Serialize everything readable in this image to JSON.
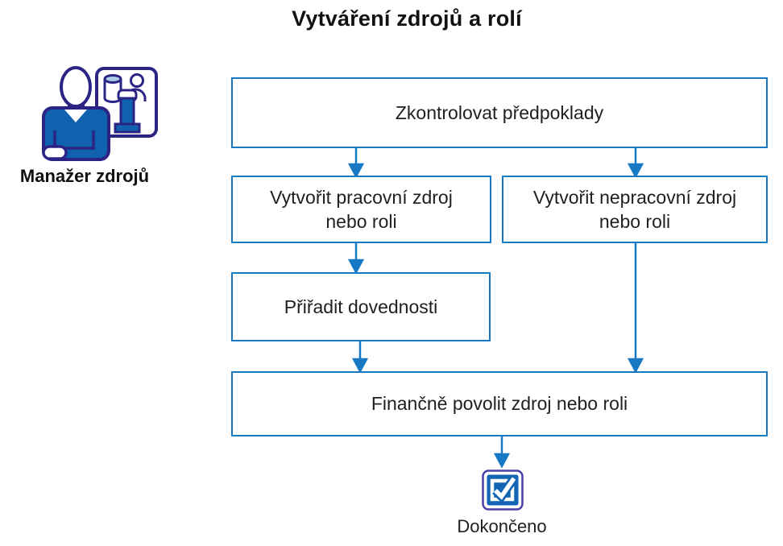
{
  "page": {
    "title": "Vytváření zdrojů a rolí"
  },
  "actor": {
    "label": "Manažer zdrojů",
    "icon": "resource-manager-icon"
  },
  "flow": {
    "boxes": [
      {
        "id": "check-prerequisites",
        "label": "Zkontrolovat předpoklady"
      },
      {
        "id": "create-work-resource",
        "label": "Vytvořit pracovní zdroj\nnebo roli"
      },
      {
        "id": "create-nonwork-resource",
        "label": "Vytvořit nepracovní zdroj\nnebo roli"
      },
      {
        "id": "assign-skills",
        "label": "Přiřadit dovednosti"
      },
      {
        "id": "financially-enable",
        "label": "Finančně povolit zdroj nebo roli"
      }
    ],
    "end": {
      "label": "Dokončeno",
      "icon": "completed-checkbox-icon"
    }
  },
  "colors": {
    "connector_blue": "#1778C4",
    "box_border": "#1778C4",
    "icon_navy": "#2B2484",
    "icon_blue": "#1062AE",
    "icon_light_blue": "#A9CCE8",
    "checkbox_border": "#4A42A6",
    "checkbox_fill": "#1565B5",
    "text": "#1F1F1F"
  }
}
